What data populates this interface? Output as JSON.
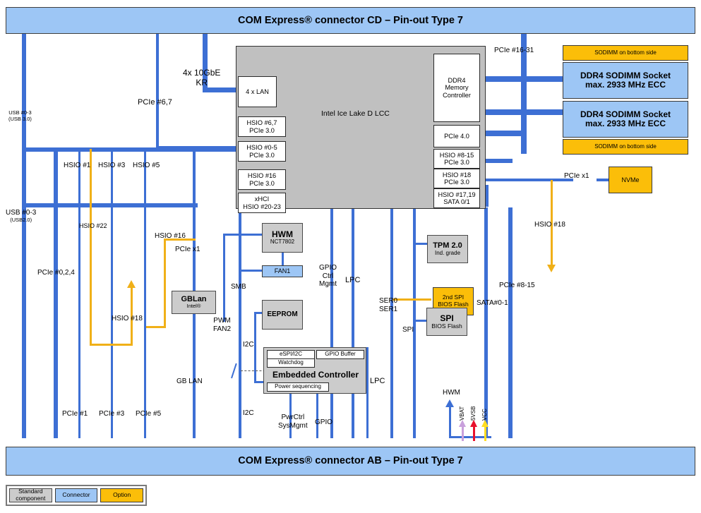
{
  "top_connector": {
    "title": "COM Express® connector CD – Pin-out Type 7"
  },
  "bottom_connector": {
    "title": "COM Express® connector AB – Pin-out Type 7"
  },
  "cpu": {
    "name": "Intel Ice Lake D LCC",
    "left_blocks": [
      {
        "name": "4 x LAN",
        "lines": [
          "4 x LAN"
        ]
      },
      {
        "name": "hsio-6-7",
        "lines": [
          "HSIO #6,7",
          "PCIe 3.0"
        ]
      },
      {
        "name": "hsio-0-5",
        "lines": [
          "HSIO #0-5",
          "PCIe 3.0"
        ]
      },
      {
        "name": "hsio-16",
        "lines": [
          "HSIO #16",
          "PCIe 3.0"
        ]
      },
      {
        "name": "xhci",
        "lines": [
          "xHCI",
          "HSIO #20-23"
        ]
      }
    ],
    "right_blocks": [
      {
        "name": "ddr4-mc",
        "lines": [
          "DDR4",
          "Memory",
          "Controller"
        ]
      },
      {
        "name": "pcie40",
        "lines": [
          "PCIe 4.0"
        ]
      },
      {
        "name": "hsio-8-15",
        "lines": [
          "HSIO #8-15",
          "PCIe 3.0"
        ]
      },
      {
        "name": "hsio-18",
        "lines": [
          "HSIO #18",
          "PCIe 3.0"
        ]
      },
      {
        "name": "hsio-17-19",
        "lines": [
          "HSIO #17,19",
          "SATA 0/1"
        ]
      }
    ]
  },
  "memory": {
    "note_top": "SODIMM on bottom side",
    "note_bottom": "SODIMM on bottom side",
    "socket1": [
      "DDR4 SODIMM Socket",
      "max. 2933 MHz ECC"
    ],
    "socket2": [
      "DDR4 SODIMM Socket",
      "max. 2933 MHz ECC"
    ]
  },
  "components": {
    "nvme": "NVMe",
    "hwm": {
      "title": "HWM",
      "sub": "NCT7802"
    },
    "fan1": "FAN1",
    "eeprom": "EEPROM",
    "gblan": {
      "title": "GBLan",
      "sub": "Intel®"
    },
    "tpm": {
      "title": "TPM 2.0",
      "sub": "Ind. grade"
    },
    "spi2": [
      "2nd SPI",
      "BIOS Flash"
    ],
    "spi": {
      "title": "SPI",
      "sub": "BIOS Flash"
    },
    "ec": {
      "title": "Embedded Controller",
      "espi": "eSPI/I2C",
      "gpio_buffer": "GPIO Buffer",
      "watchdog": "Watchdog",
      "power_sequencing": "Power sequencing"
    }
  },
  "labels": {
    "usb_top": [
      "USB #0-3",
      "(USB 3.0)"
    ],
    "usb_bottom": [
      "USB #0-3",
      "(USB2.0)"
    ],
    "pcie_67": "PCIe #6,7",
    "kr": [
      "4x 10GbE",
      "KR"
    ],
    "pcie_16_31": "PCIe #16-31",
    "hsio_1": "HSIO #1",
    "hsio_3": "HSIO #3",
    "hsio_5": "HSIO #5",
    "hsio_22": "HSIO #22",
    "hsio_16": "HSIO #16",
    "hsio_18_left": "HSIO #18",
    "hsio_18_right": "HSIO #18",
    "pcie_x1_left": "PCIe x1",
    "pcie_x1_right": "PCIe x1",
    "pcie_024": "PCIe #0,2,4",
    "pcie_1": "PCIe #1",
    "pcie_3": "PCIe #3",
    "pcie_5": "PCIe #5",
    "gb_lan": "GB LAN",
    "smb": "SMB",
    "pwm_fan2": [
      "PWM",
      "FAN2"
    ],
    "i2c_upper": "I2C",
    "i2c_lower": "I2C",
    "gpio_ctrl_mgmt": [
      "GPIO",
      "Ctrl",
      "Mgmt"
    ],
    "lpc_upper": "LPC",
    "lpc_lower": "LPC",
    "ser0_ser1": [
      "SER0",
      "SER1"
    ],
    "spi_wire": "SPI",
    "sata": "SATA#0-1",
    "pcie_8_15": "PCIe #8-15",
    "pwrctrl": [
      "PwrCtrl",
      "SysMgmt"
    ],
    "gpio_bottom": "GPIO",
    "hwm_arrow": "HWM",
    "vbat": "VBAT",
    "v5vsb": "5VSB",
    "vcc": "VCC"
  },
  "legend": {
    "standard": "Standard component",
    "connector": "Connector",
    "option": "Option"
  },
  "colors": {
    "wire_blue": "#3d6fd4",
    "wire_orange": "#f0b018",
    "connector_blue": "#9dc6f5",
    "option_yellow": "#fbbe09",
    "standard_gray": "#cccccc",
    "chip_gray": "#c0c0c0",
    "vbat": "#c9a0dc",
    "v5vsb": "#e8112d",
    "vcc": "#ffdd22"
  }
}
